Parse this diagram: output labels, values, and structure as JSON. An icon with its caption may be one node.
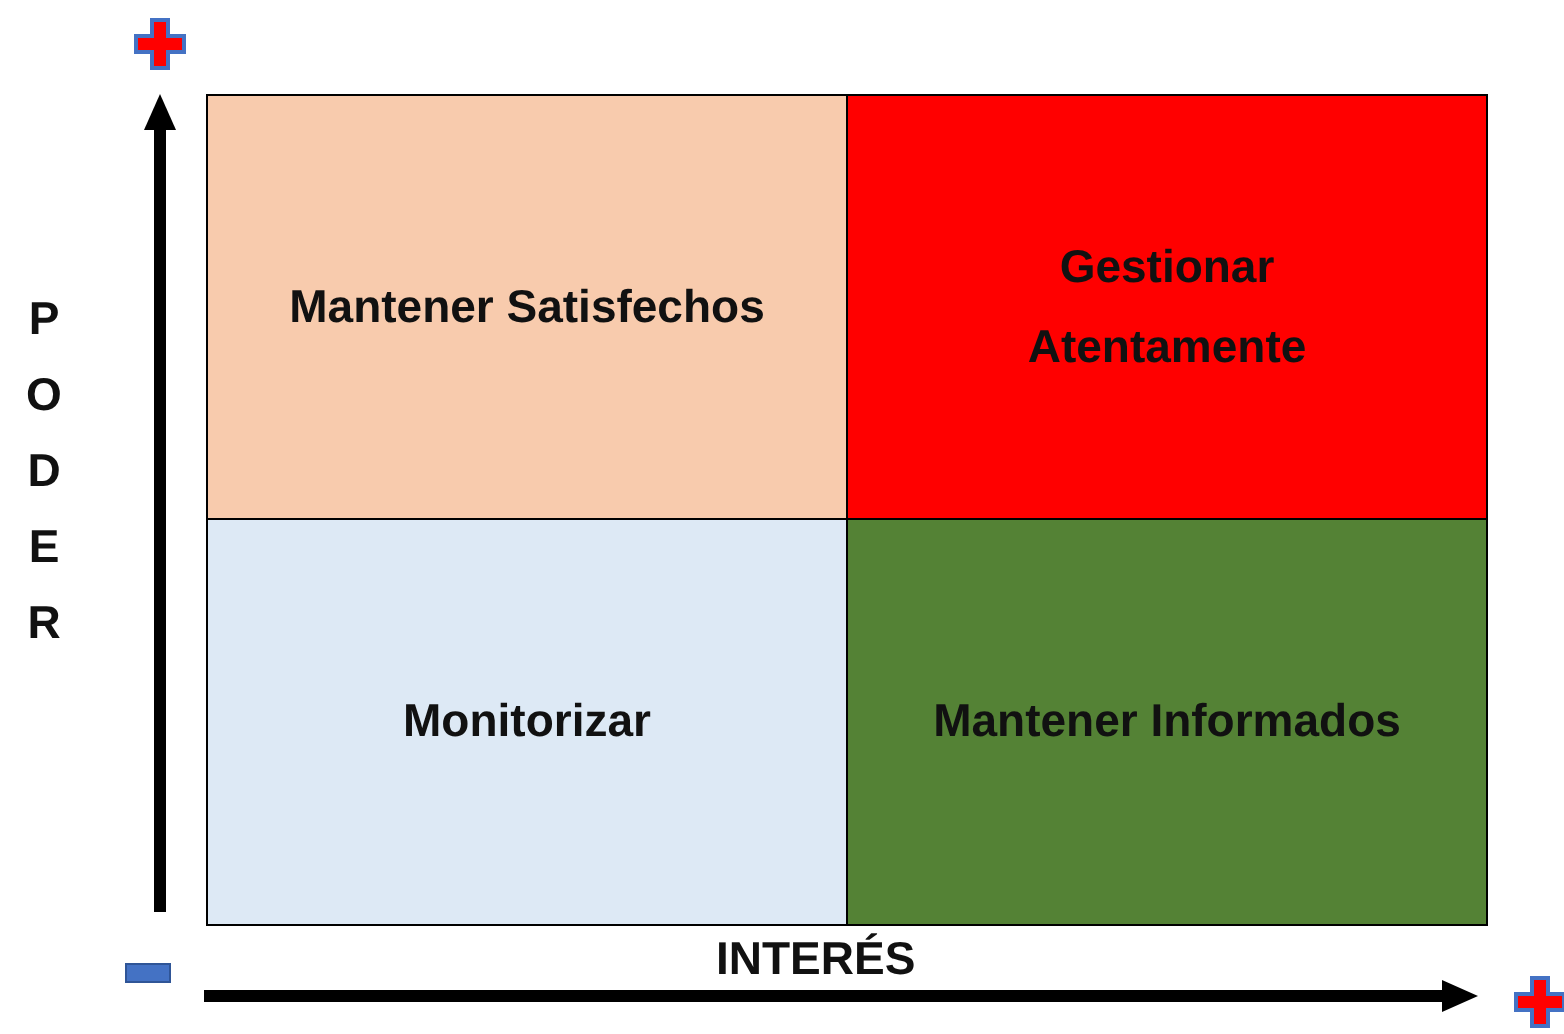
{
  "diagram": {
    "nodes": [
      {
        "text": [
          "Mantener Satisfechos"
        ]
      },
      {
        "text": [
          "Gestionar Atentamente"
        ]
      },
      {
        "text": [
          "Monitorizar"
        ]
      },
      {
        "text": [
          "Mantener Informados"
        ]
      }
    ],
    "labels": [
      "PODER",
      "INTERÉS"
    ]
  }
}
